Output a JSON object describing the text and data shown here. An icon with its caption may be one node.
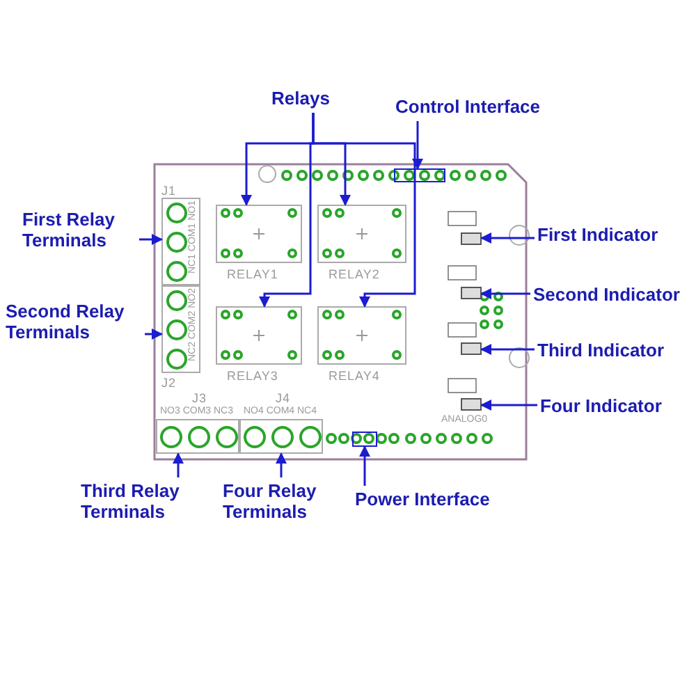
{
  "diagram": {
    "nodes": [
      {
        "text": [
          "Relays"
        ]
      },
      {
        "text": [
          "Control Interface"
        ]
      },
      {
        "text": [
          "First Relay Terminals"
        ]
      },
      {
        "text": [
          "Second Relay Terminals"
        ]
      },
      {
        "text": [
          "First Indicator"
        ]
      },
      {
        "text": [
          "Second Indicator"
        ]
      },
      {
        "text": [
          "Third Indicator"
        ]
      },
      {
        "text": [
          "Four Indicator"
        ]
      },
      {
        "text": [
          "Third Relay Terminals"
        ]
      },
      {
        "text": [
          "Four Relay Terminals"
        ]
      },
      {
        "text": [
          "Power Interface"
        ]
      },
      {
        "text": [],
        "shape": "box"
      },
      {
        "text": [
          "RELAY1"
        ],
        "in": 11
      },
      {
        "text": [
          "RELAY2"
        ],
        "in": 11
      },
      {
        "text": [
          "RELAY3"
        ],
        "in": 11
      },
      {
        "text": [
          "RELAY4"
        ],
        "in": 11
      },
      {
        "text": [],
        "shape": "box",
        "in": 11
      },
      {
        "text": [
          "J1",
          "NC1 COM1 NO1"
        ],
        "in": 11
      },
      {
        "text": [
          "NC2 COM2 NO2",
          "J2"
        ],
        "in": 11
      },
      {
        "text": [
          "J3",
          "NO3 COM3 NC3"
        ],
        "in": 11
      },
      {
        "text": [
          "J4",
          "NO4 COM4 NC4"
        ],
        "in": 11
      },
      {
        "text": [],
        "shape": "box",
        "in": 11
      },
      {
        "text": [],
        "shape": "box",
        "in": 11
      },
      {
        "text": [],
        "shape": "box",
        "in": 11
      },
      {
        "text": [],
        "shape": "box",
        "in": 11
      },
      {
        "text": [],
        "shape": "box",
        "in": 11
      }
    ],
    "edges": [
      {
        "from": 0,
        "to": 12,
        "arrow": "to"
      },
      {
        "from": 0,
        "to": 13,
        "arrow": "to"
      },
      {
        "from": 0,
        "to": 14,
        "arrow": "to"
      },
      {
        "from": 0,
        "to": 15,
        "arrow": "to"
      },
      {
        "from": 1,
        "to": 16,
        "arrow": "to"
      },
      {
        "from": 2,
        "to": 17,
        "arrow": "to"
      },
      {
        "from": 3,
        "to": 18,
        "arrow": "to"
      },
      {
        "from": 4,
        "to": 22,
        "arrow": "to"
      },
      {
        "from": 5,
        "to": 23,
        "arrow": "to"
      },
      {
        "from": 6,
        "to": 24,
        "arrow": "to"
      },
      {
        "from": 7,
        "to": 25,
        "arrow": "to"
      },
      {
        "from": 8,
        "to": 19,
        "arrow": "to"
      },
      {
        "from": 9,
        "to": 20,
        "arrow": "to"
      },
      {
        "from": 10,
        "to": 21,
        "arrow": "to"
      }
    ],
    "labels": [
      "ANALOG0"
    ]
  }
}
